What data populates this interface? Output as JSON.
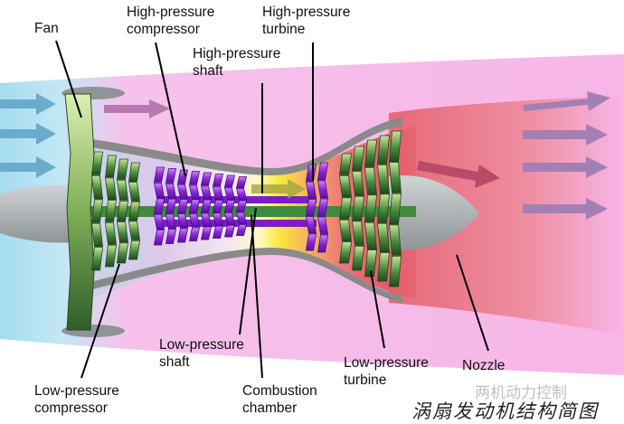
{
  "labels": {
    "fan": "Fan",
    "hp_compressor": [
      "High-pressure",
      "compressor"
    ],
    "hp_turbine": [
      "High-pressure",
      "turbine"
    ],
    "hp_shaft": [
      "High-pressure",
      "shaft"
    ],
    "lp_shaft": [
      "Low-pressure",
      "shaft"
    ],
    "combustion_chamber": [
      "Combustion",
      "chamber"
    ],
    "lp_turbine": [
      "Low-pressure",
      "turbine"
    ],
    "nozzle": "Nozzle",
    "lp_compressor": [
      "Low-pressure",
      "compressor"
    ]
  },
  "caption": "涡扇发动机结构简图",
  "watermark": "两机动力控制",
  "colors": {
    "inlet_air": "#9fd8ec",
    "bypass_air": "#f6b4e6",
    "combustion": "#f8ea4a",
    "exhaust": "#e9666e",
    "casing": "#8a8a8a",
    "fan_blade": "#c8e39a",
    "compressor_blade": "#2f6b2f",
    "hp_spool": "#8a25d8",
    "shaft": "#3f8a3f",
    "arrow_cool": "#6aaccb",
    "arrow_warm": "#b86aa6"
  }
}
